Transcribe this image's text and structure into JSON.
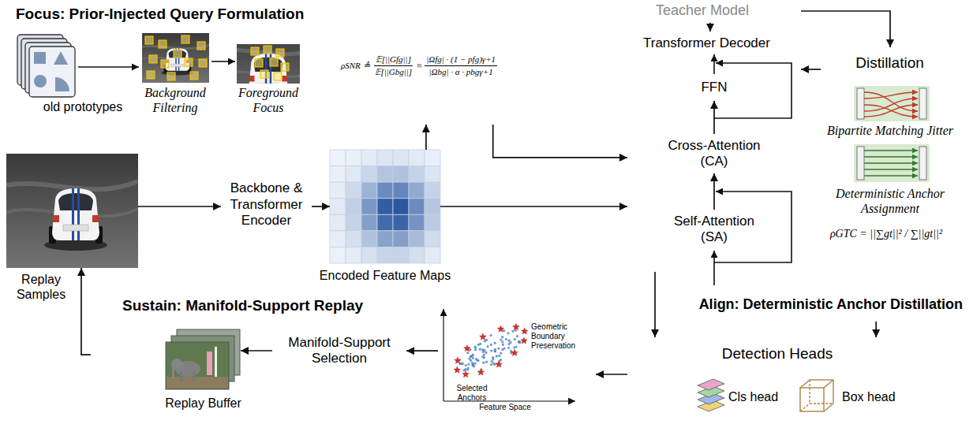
{
  "diagram": {
    "nodes": [
      {
        "text": [
          "Focus: Prior-Injected Query Formulation"
        ]
      },
      {
        "text": [
          "ρSNR ≜",
          "𝔼[||Gfg||]",
          "𝔼[||Gbg||]",
          "≈",
          "|Ωfg| · (1 − pfg)γ+1",
          "|Ωbg| · α · pbgγ+1"
        ],
        "in": 0
      },
      {
        "text": [
          "Teacher Model"
        ]
      },
      {
        "text": [
          "Align: Deterministic Anchor Distillation"
        ]
      },
      {
        "text": [
          "Transformer Decoder"
        ],
        "in": 3
      },
      {
        "text": [
          "FFN"
        ],
        "in": 4
      },
      {
        "text": [
          "Cross-Attention (CA)"
        ],
        "in": 4
      },
      {
        "text": [
          "Self-Attention (SA)"
        ],
        "in": 4
      },
      {
        "text": [
          "Distillation"
        ],
        "in": 3
      },
      {
        "text": [
          "ρGTC = ||∑gt||² / ∑||gt||²"
        ],
        "in": 3
      },
      {
        "text": [
          "Replay Samples"
        ]
      },
      {
        "text": [
          "Backbone & Transformer Encoder"
        ]
      },
      {
        "text": [
          "Encoded Feature Maps"
        ]
      },
      {
        "text": [
          "Detection Heads",
          "Cls head",
          "Box head"
        ]
      },
      {
        "text": [
          "Sustain: Manifold-Support Replay"
        ]
      },
      {
        "text": [
          "Manifold-Support Selection"
        ],
        "in": 14
      },
      {
        "text": [
          "Replay Buffer"
        ],
        "in": 14
      },
      {
        "text": [
          "Geometric Boundary Preservation",
          "Selected Anchors",
          "Feature Space"
        ],
        "in": 14
      }
    ],
    "edges": [
      {
        "from": 10,
        "to": 11,
        "arrow": "to"
      },
      {
        "from": 11,
        "to": 12,
        "arrow": "to"
      },
      {
        "from": 12,
        "to": 0,
        "arrow": "to"
      },
      {
        "from": 12,
        "to": 4,
        "arrow": "to"
      },
      {
        "from": 0,
        "to": 4,
        "arrow": "to"
      },
      {
        "from": 2,
        "to": 3,
        "arrow": "to"
      },
      {
        "from": 2,
        "to": 8,
        "arrow": "to"
      },
      {
        "from": 8,
        "to": 4,
        "arrow": "to"
      },
      {
        "from": 7,
        "to": 6,
        "arrow": "to"
      },
      {
        "from": 6,
        "to": 5,
        "arrow": "to"
      },
      {
        "from": 4,
        "to": 13,
        "arrow": "to"
      },
      {
        "from": 3,
        "to": 13,
        "arrow": "to"
      },
      {
        "from": 13,
        "to": 14,
        "arrow": "to"
      },
      {
        "from": 17,
        "to": 15,
        "arrow": "to"
      },
      {
        "from": 15,
        "to": 16,
        "arrow": "to"
      },
      {
        "from": 14,
        "to": 10,
        "arrow": "to"
      }
    ],
    "labels": [
      "old prototypes",
      "Background Filtering",
      "Foreground Focus",
      "Bipartite Matching Jitter",
      "Deterministic Anchor Assignment"
    ]
  }
}
